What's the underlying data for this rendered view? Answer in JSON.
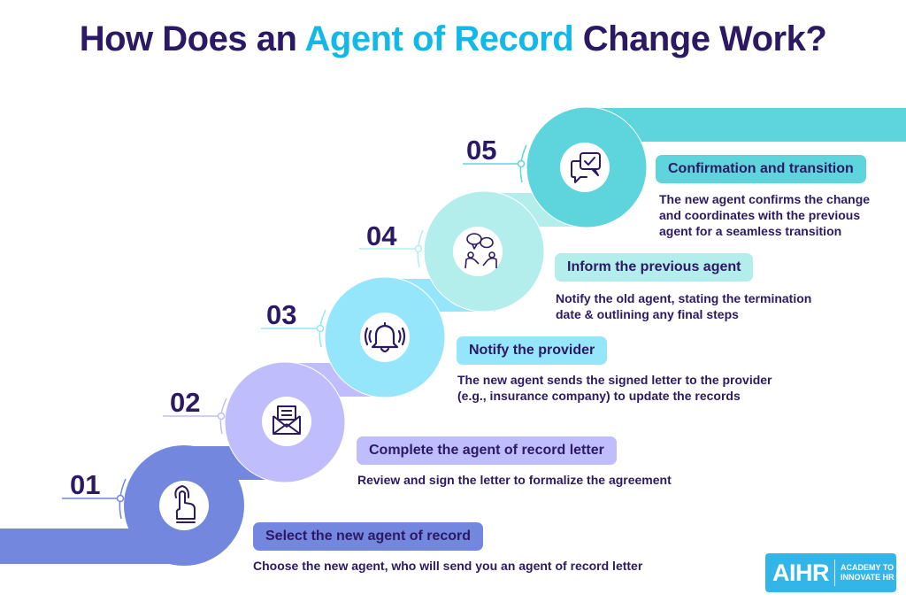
{
  "title": {
    "part1": "How Does an ",
    "highlight": "Agent of Record",
    "part2": " Change Work?"
  },
  "colors": {
    "title_dark": "#2b1a63",
    "title_highlight": "#12b8e8",
    "step1": "#7287dd",
    "step2": "#bfbdfb",
    "step3": "#96e6fb",
    "step4": "#b3eeed",
    "step5": "#5ed5dc"
  },
  "steps": [
    {
      "number": "01",
      "icon": "pointing-hand-icon",
      "label": "Select the new agent of record",
      "description": "Choose the new agent, who will send you an agent of record letter"
    },
    {
      "number": "02",
      "icon": "open-envelope-icon",
      "label": "Complete the agent of record letter",
      "description": "Review and sign the letter to formalize the agreement"
    },
    {
      "number": "03",
      "icon": "ringing-bell-icon",
      "label": "Notify the provider",
      "description": "The new agent sends the signed letter to the provider (e.g., insurance company) to update the records"
    },
    {
      "number": "04",
      "icon": "people-conversation-icon",
      "label": "Inform the previous agent",
      "description": "Notify the old agent, stating the termination date & outlining any final steps"
    },
    {
      "number": "05",
      "icon": "chat-check-icon",
      "label": "Confirmation and transition",
      "description": "The new agent confirms the change and coordinates with the previous agent for a seamless transition"
    }
  ],
  "logo": {
    "short": "AIHR",
    "line1": "ACADEMY TO",
    "line2": "INNOVATE HR"
  }
}
